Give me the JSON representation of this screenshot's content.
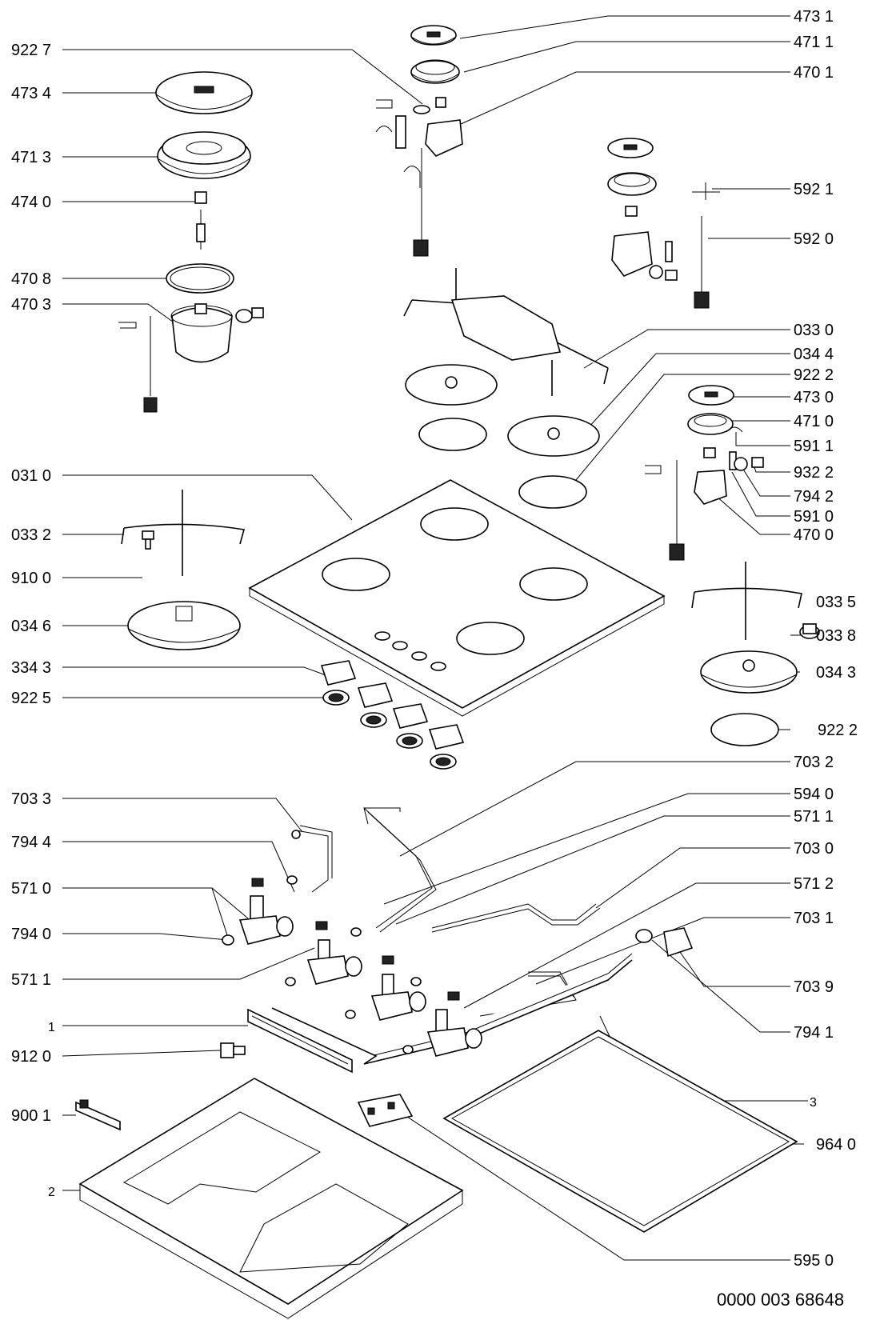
{
  "diagram": {
    "document_number": "0000 003 68648",
    "labels_left": [
      "922 7",
      "473 4",
      "471 3",
      "474 0",
      "470 8",
      "470 3",
      "031 0",
      "033 2",
      "910 0",
      "034 6",
      "334 3",
      "922 5",
      "703 3",
      "794 4",
      "571 0",
      "794 0",
      "571 1",
      "1",
      "912 0",
      "900 1",
      "2"
    ],
    "labels_right": [
      "473 1",
      "471 1",
      "470 1",
      "592 1",
      "592 0",
      "033 0",
      "034 4",
      "922 2",
      "473 0",
      "471 0",
      "591 1",
      "932 2",
      "794 2",
      "591 0",
      "470 0",
      "033 5",
      "033 8",
      "034 3",
      "922 2",
      "703 2",
      "594 0",
      "571 1",
      "703 0",
      "571 2",
      "703 1",
      "703 9",
      "794 1",
      "3",
      "964 0",
      "595 0"
    ]
  }
}
